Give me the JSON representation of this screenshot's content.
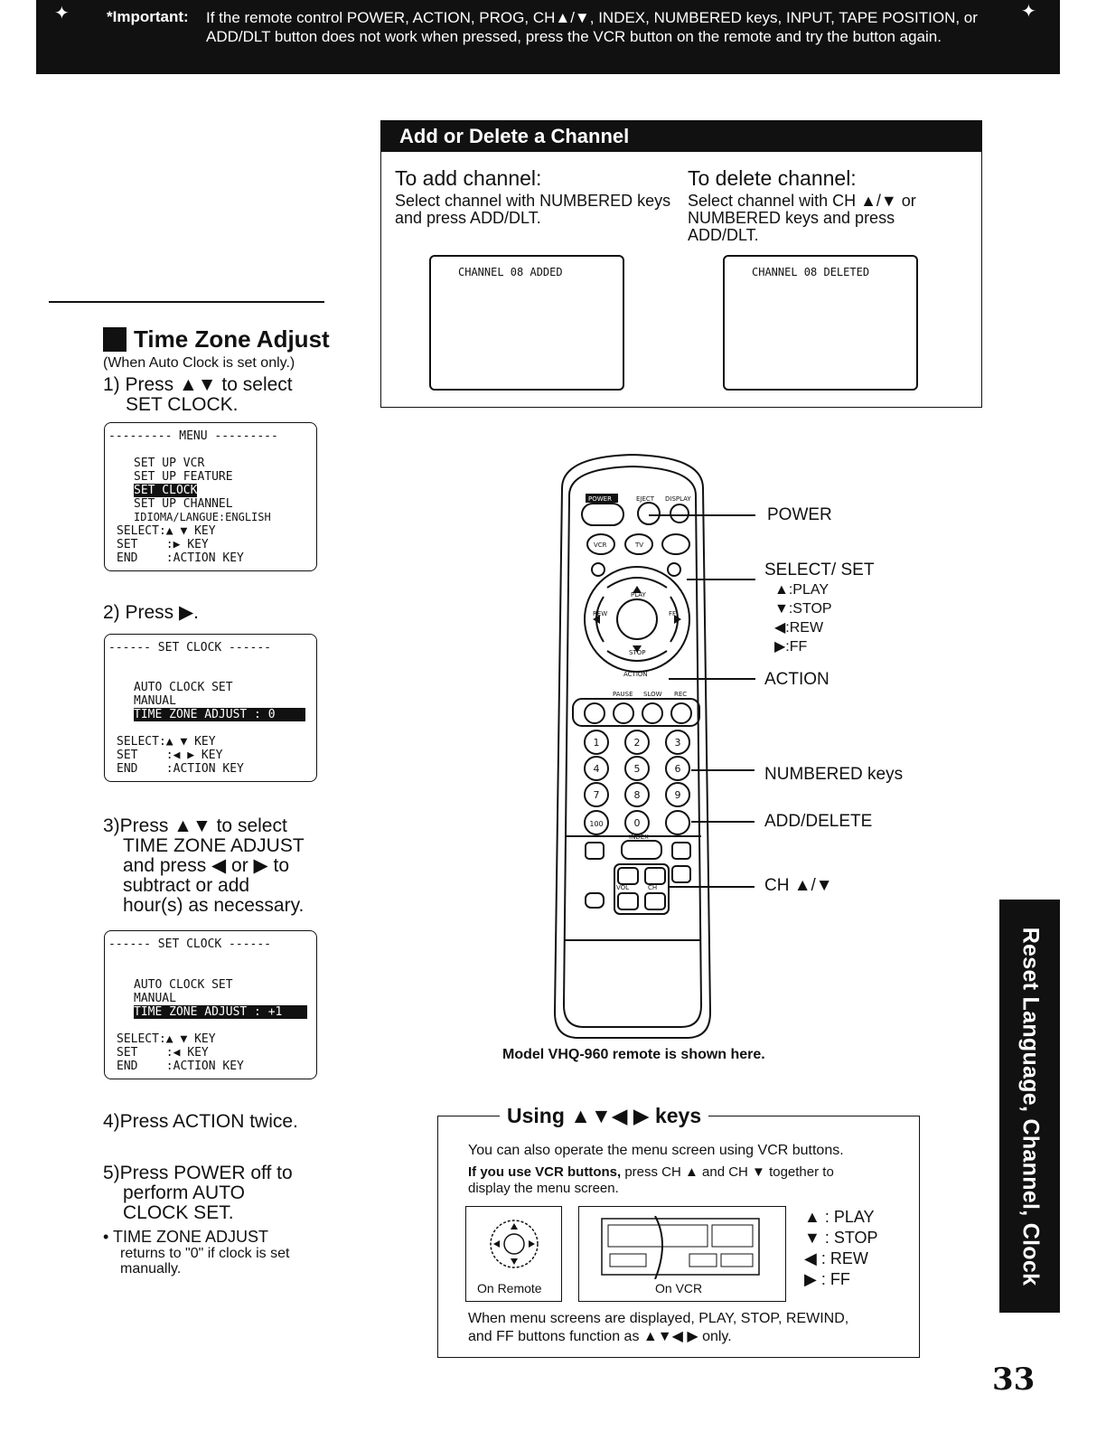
{
  "banner": {
    "label": "*Important:",
    "text": "If the remote control POWER, ACTION, PROG, CH▲/▼, INDEX, NUMBERED keys, INPUT, TAPE POSITION, or ADD/DLT button does not work when pressed, press the VCR button on the remote and try the button again."
  },
  "add_delete": {
    "title": "Add or Delete a Channel",
    "add_title": "To add channel:",
    "add_text": "Select channel with NUMBERED keys and press ADD/DLT.",
    "add_screen": "CHANNEL 08 ADDED",
    "delete_title": "To delete channel:",
    "delete_text": "Select channel with CH ▲/▼ or NUMBERED keys and press ADD/DLT.",
    "delete_screen": "CHANNEL 08 DELETED"
  },
  "time_zone": {
    "title": "Time Zone Adjust",
    "subtitle": "(When Auto Clock is set only.)",
    "step1": "1) Press ▲▼ to select",
    "step1b": "SET CLOCK.",
    "menu1": {
      "header": "--------- MENU ---------",
      "items": [
        "SET UP VCR",
        "SET UP FEATURE",
        "SET CLOCK",
        "SET UP CHANNEL",
        "IDIOMA/LANGUE:ENGLISH"
      ],
      "select": "SELECT:▲ ▼ KEY",
      "set": "SET    :▶ KEY",
      "end": "END    :ACTION KEY"
    },
    "step2": "2) Press ▶.",
    "menu2": {
      "header": "------ SET CLOCK ------",
      "line1": "AUTO CLOCK SET",
      "line2": "MANUAL",
      "line3": "TIME ZONE ADJUST : 0",
      "select": "SELECT:▲ ▼ KEY",
      "set": "SET    :◀ ▶ KEY",
      "end": "END    :ACTION KEY"
    },
    "step3": [
      "3)Press ▲▼ to select",
      "TIME ZONE ADJUST",
      "and press ◀ or ▶ to",
      "subtract or add",
      "hour(s) as necessary."
    ],
    "menu3": {
      "header": "------ SET CLOCK ------",
      "line1": "AUTO CLOCK SET",
      "line2": "MANUAL",
      "line3": "TIME ZONE ADJUST : +1",
      "select": "SELECT:▲ ▼ KEY",
      "set": "SET    :◀ KEY",
      "end": "END    :ACTION KEY"
    },
    "step4": "4)Press ACTION twice.",
    "step5": [
      "5)Press POWER off to",
      "perform AUTO",
      "CLOCK SET."
    ],
    "note_title": "• TIME ZONE ADJUST",
    "note_text": [
      "returns to \"0\" if clock is set",
      "manually."
    ]
  },
  "remote": {
    "labels": {
      "power": "POWER",
      "select_set": "SELECT/ SET",
      "play": "▲:PLAY",
      "stop": "▼:STOP",
      "rew": "◀:REW",
      "ff": "▶:FF",
      "action": "ACTION",
      "numbered": "NUMBERED keys",
      "add_delete": "ADD/DELETE",
      "ch": "CH ▲/▼"
    },
    "caption": "Model VHQ-960 remote is shown here.",
    "button_texts": {
      "power": "POWER",
      "eject": "EJECT",
      "display": "DISPLAY",
      "vcr": "VCR",
      "tv": "TV",
      "play": "PLAY",
      "rew": "REW",
      "ff": "FF",
      "stop": "STOP",
      "action": "ACTION",
      "pause": "PAUSE",
      "slow": "SLOW",
      "rec": "REC",
      "index": "INDEX",
      "vol": "VOL",
      "chbtn": "CH",
      "hundred": "100",
      "digits": [
        "1",
        "2",
        "3",
        "4",
        "5",
        "6",
        "7",
        "8",
        "9",
        "0"
      ]
    }
  },
  "keys_box": {
    "title": "Using ▲▼◀ ▶ keys",
    "line1": "You can also operate the menu screen using VCR buttons.",
    "line2_bold": "If you use VCR buttons,",
    "line2_rest": " press CH ▲ and CH ▼ together to",
    "line3": "display the menu screen.",
    "on_remote": "On Remote",
    "on_vcr": "On VCR",
    "play": "▲ : PLAY",
    "stop": "▼ : STOP",
    "rew": "◀ : REW",
    "ff": "▶ : FF",
    "footer1": "When menu screens are displayed, PLAY, STOP, REWIND,",
    "footer2": "and FF buttons function as ▲▼◀ ▶ only."
  },
  "side_tab": "Reset Language, Channel, Clock",
  "page_number": "33"
}
